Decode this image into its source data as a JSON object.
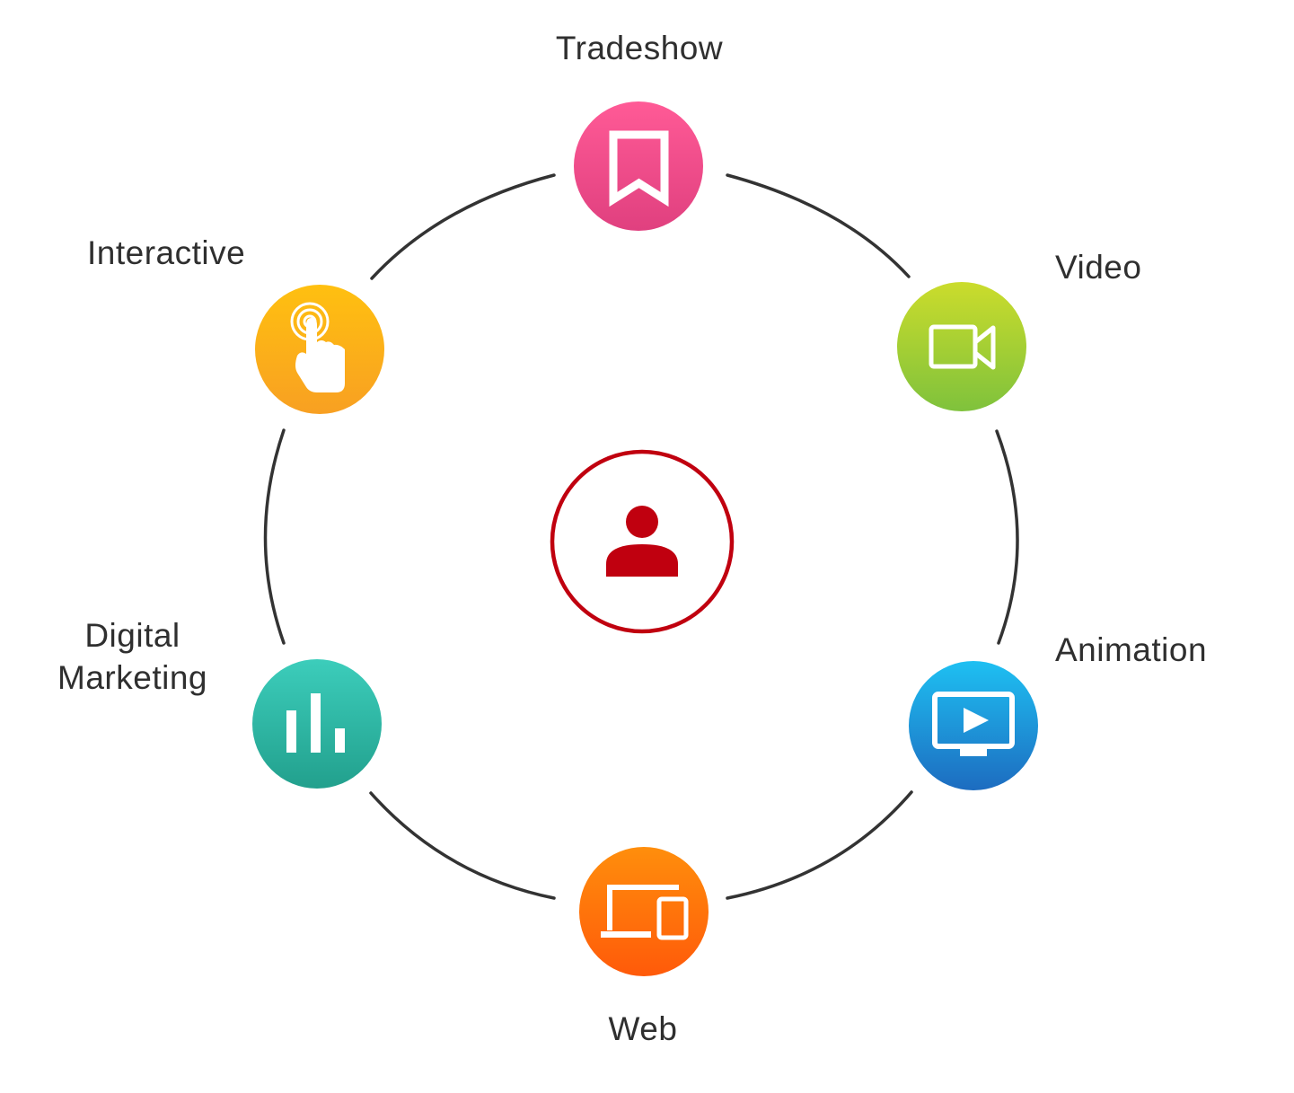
{
  "diagram": {
    "center": {
      "icon": "user-icon",
      "color": "#c0000f"
    },
    "ring_color": "#333333",
    "nodes": [
      {
        "key": "tradeshow",
        "label": "Tradeshow",
        "icon": "bookmark-icon",
        "gradient": [
          "#ff5a96",
          "#e0407f"
        ]
      },
      {
        "key": "video",
        "label": "Video",
        "icon": "video-camera-icon",
        "gradient": [
          "#cbdc2c",
          "#7fc23c"
        ]
      },
      {
        "key": "animation",
        "label": "Animation",
        "icon": "monitor-play-icon",
        "gradient": [
          "#1ec0f2",
          "#1d6cc0"
        ]
      },
      {
        "key": "web",
        "label": "Web",
        "icon": "laptop-tablet-icon",
        "gradient": [
          "#ff8e0c",
          "#ff5a0a"
        ]
      },
      {
        "key": "digital-marketing",
        "label": "Digital\nMarketing",
        "icon": "bar-chart-icon",
        "gradient": [
          "#3ccdbb",
          "#22a08d"
        ]
      },
      {
        "key": "interactive",
        "label": "Interactive",
        "icon": "touch-hand-icon",
        "gradient": [
          "#ffc010",
          "#f8a022"
        ]
      }
    ]
  }
}
